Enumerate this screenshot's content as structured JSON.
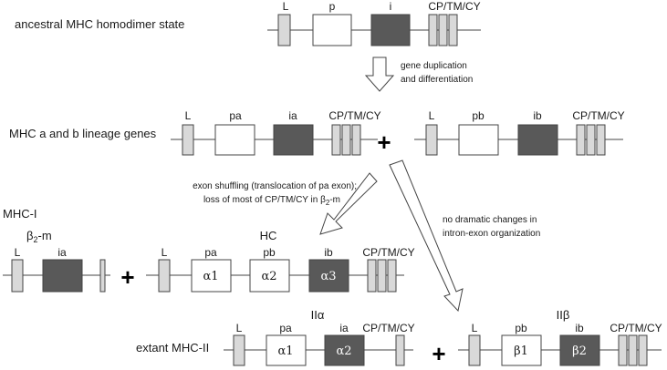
{
  "texts": {
    "ancestral_state": "ancestral MHC homodimer state",
    "a_b_lineage": "MHC a and b lineage genes",
    "mhc_i": "MHC-I",
    "b2m_label_pre": "β",
    "b2m_label_sub": "2",
    "b2m_label_post": "-m",
    "hc_label": "HC",
    "extant_mhc_ii": "extant MHC-II",
    "iia_label": "IIα",
    "iib_label": "IIβ",
    "dup_line1": "gene duplication",
    "dup_line2": "and differentiation",
    "shuffle_line1": "exon shuffling (translocation of pa exon);",
    "shuffle_line2_pre": "loss of most of CP/TM/CY in β",
    "shuffle_line2_sub": "2",
    "shuffle_line2_post": "-m",
    "nochange_line1": "no dramatic changes in",
    "nochange_line2": "intron-exon organization",
    "plus": "+"
  },
  "exons": {
    "L": "L",
    "p": "p",
    "i": "i",
    "pa": "pa",
    "ia": "ia",
    "pb": "pb",
    "ib": "ib",
    "cptmcy": "CP/TM/CY"
  },
  "domains": {
    "a1": "α1",
    "a2": "α2",
    "a3": "α3",
    "b1": "β1",
    "b2": "β2"
  },
  "colors": {
    "light_exon": "#d9d9d9",
    "white_exon": "#ffffff",
    "dark_exon": "#595959",
    "line": "#444444"
  }
}
